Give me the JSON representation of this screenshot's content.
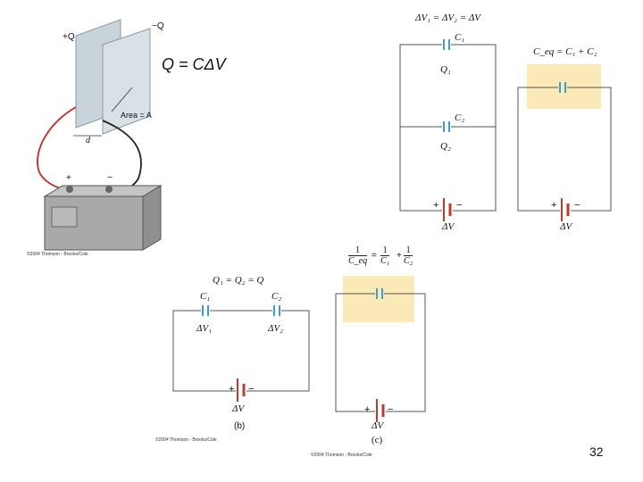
{
  "capacitor_figure": {
    "plus_q": "+Q",
    "minus_q": "−Q",
    "area_label": "Area = A",
    "d_label": "d",
    "plus": "+",
    "minus": "−",
    "copyright": "©2004 Thomson - Brooks/Cole",
    "formula": "Q = CΔV"
  },
  "parallel_circuit": {
    "header": "ΔV₁ = ΔV₂ = ΔV",
    "c1": "C₁",
    "q1": "Q₁",
    "c2": "C₂",
    "q2": "Q₂",
    "plus": "+",
    "minus": "−",
    "dv": "ΔV",
    "eq_label": "C_eq = C₁ + C₂",
    "eq_plus": "+",
    "eq_minus": "−",
    "eq_dv": "ΔV"
  },
  "series_circuit": {
    "header": "Q₁ = Q₂ = Q",
    "c1": "C₁",
    "c2": "C₂",
    "dv1": "ΔV₁",
    "dv2": "ΔV₂",
    "plus": "+",
    "minus": "−",
    "dv": "ΔV",
    "part": "(b)",
    "copyright": "©2004 Thomson - Brooks/Cole"
  },
  "series_equivalent": {
    "eq_one": "1",
    "eq_ceq": "C_eq",
    "equals": "=",
    "eq_c1": "C₁",
    "eq_c2": "C₂",
    "plus_sign": "+",
    "plus": "+",
    "minus": "−",
    "dv": "ΔV",
    "part": "(c)",
    "copyright": "©2004 Thomson - Brooks/Cole"
  },
  "slide": {
    "page_number": "32"
  },
  "colors": {
    "highlight": "#fbe9b7",
    "capacitor": "#3aa0c8",
    "battery": "#c0392b",
    "wire": "#555555"
  }
}
